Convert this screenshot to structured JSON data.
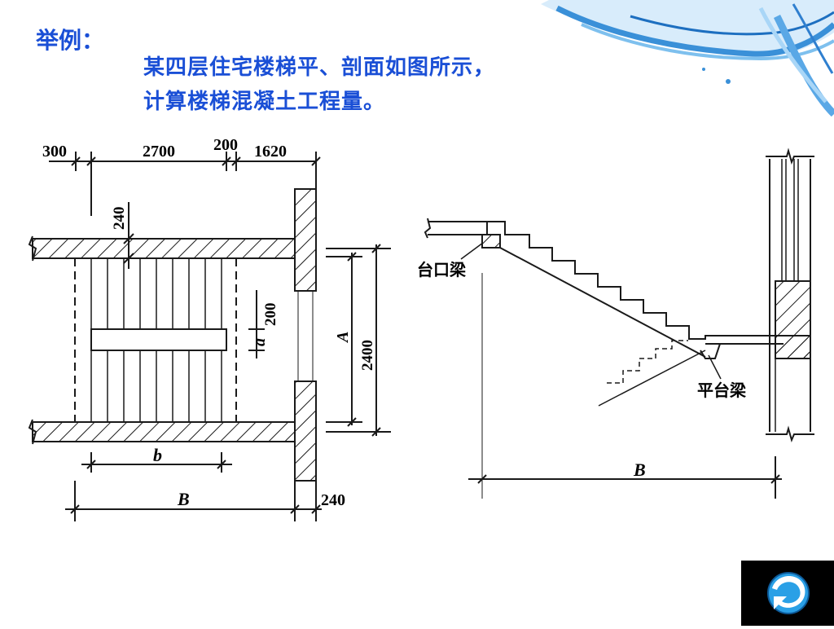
{
  "slide": {
    "title": "举例：",
    "description_line1": "某四层住宅楼梯平、剖面如图所示，",
    "description_line2": "计算楼梯混凝土工程量。"
  },
  "plan": {
    "dim_300": "300",
    "dim_2700": "2700",
    "dim_200_top": "200",
    "dim_1620": "1620",
    "dim_240_wall": "240",
    "dim_200_gap": "200",
    "label_a": "a",
    "label_A": "A",
    "dim_2400": "2400",
    "label_b": "b",
    "label_B": "B",
    "dim_240_bottom": "240"
  },
  "section": {
    "label_taikouliang": "台口梁",
    "label_pingtailiang": "平台梁",
    "label_B": "B"
  },
  "colors": {
    "title": "#1a4fd6",
    "line": "#1a1a1a",
    "back_button_bg": "#000000",
    "back_icon": "#2aa0e6"
  },
  "icons": [
    "back-arrow-icon",
    "water-splash-decoration"
  ]
}
